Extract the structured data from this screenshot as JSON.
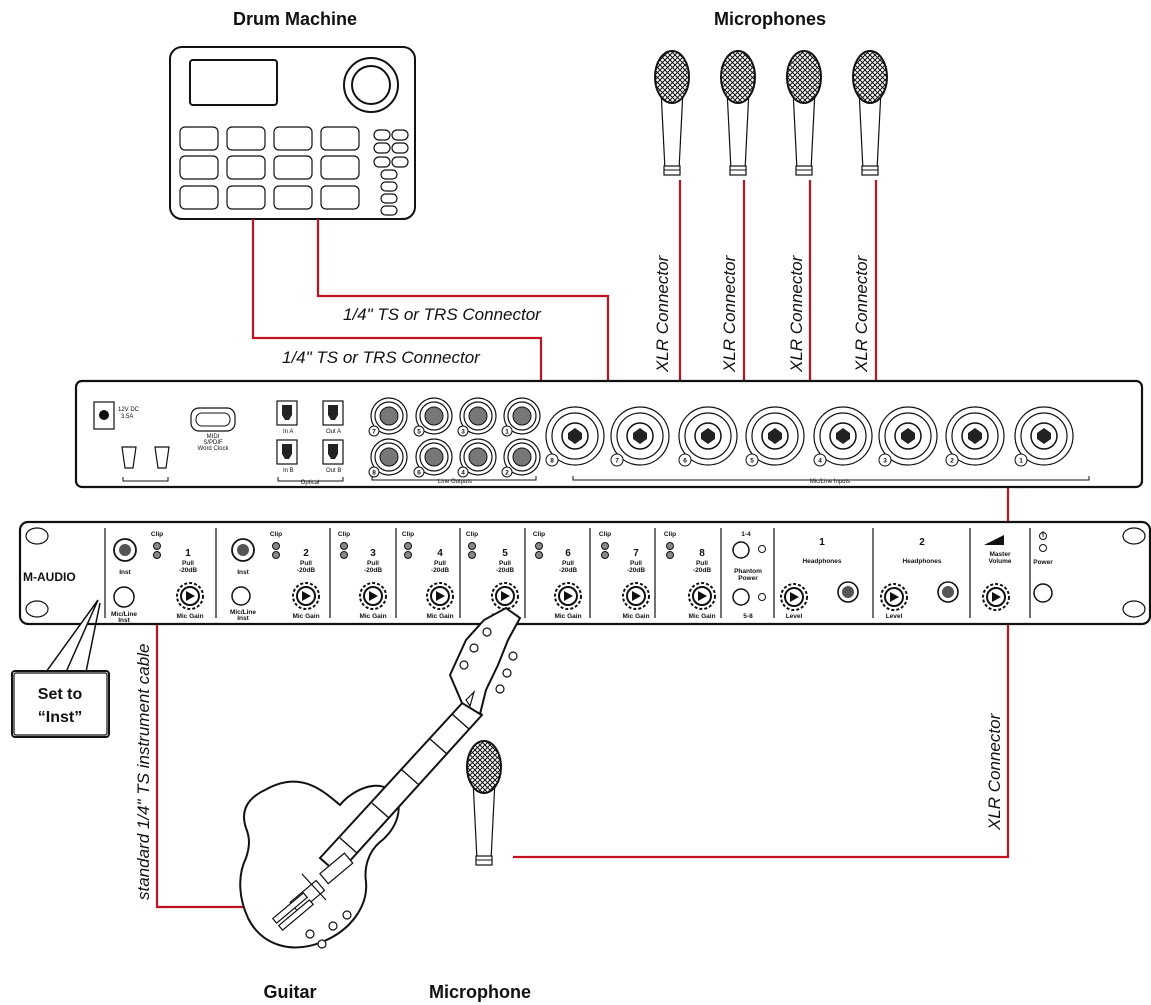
{
  "labels": {
    "drum_machine": "Drum Machine",
    "microphones": "Microphones",
    "microphone": "Microphone",
    "guitar": "Guitar",
    "trs_connector_1": "1/4\" TS or TRS Connector",
    "trs_connector_2": "1/4\" TS or TRS Connector",
    "xlr_connector": "XLR Connector",
    "instrument_cable": "standard 1/4\" TS instrument cable",
    "callout_line1": "Set to",
    "callout_line2": "“Inst”"
  },
  "rear_panel": {
    "power_label1": "12V DC",
    "power_label2": "3.5A",
    "midi_label1": "MIDI",
    "midi_label2": "S/PDIF",
    "midi_label3": "Word Clock",
    "in_a": "In A",
    "in_b": "In B",
    "out_a": "Out A",
    "out_b": "Out B",
    "optical": "Optical",
    "line_outputs": "Line Outputs",
    "mic_line_inputs": "Mic/Line Inputs",
    "line_out_numbers_top": [
      "7",
      "5",
      "3",
      "1"
    ],
    "line_out_numbers_bottom": [
      "8",
      "6",
      "4",
      "2"
    ],
    "combo_numbers": [
      "8",
      "7",
      "6",
      "5",
      "4",
      "3",
      "2",
      "1"
    ]
  },
  "front_panel": {
    "brand": "M-AUDIO",
    "clip": "Clip",
    "inst": "Inst",
    "mic_line_inst": "Mic/Line",
    "inst_small": "Inst",
    "pull": "Pull",
    "minus20db": "-20dB",
    "mic_gain": "Mic Gain",
    "channel_numbers": [
      "1",
      "2",
      "3",
      "4",
      "5",
      "6",
      "7",
      "8"
    ],
    "phantom_top": "1-4",
    "phantom_label1": "Phantom",
    "phantom_label2": "Power",
    "phantom_bottom": "5-8",
    "hp1_number": "1",
    "hp2_number": "2",
    "headphones": "Headphones",
    "level": "Level",
    "master1": "Master",
    "master2": "Volume",
    "power": "Power"
  },
  "colors": {
    "cable": "#c1121f",
    "outline": "#111111"
  }
}
